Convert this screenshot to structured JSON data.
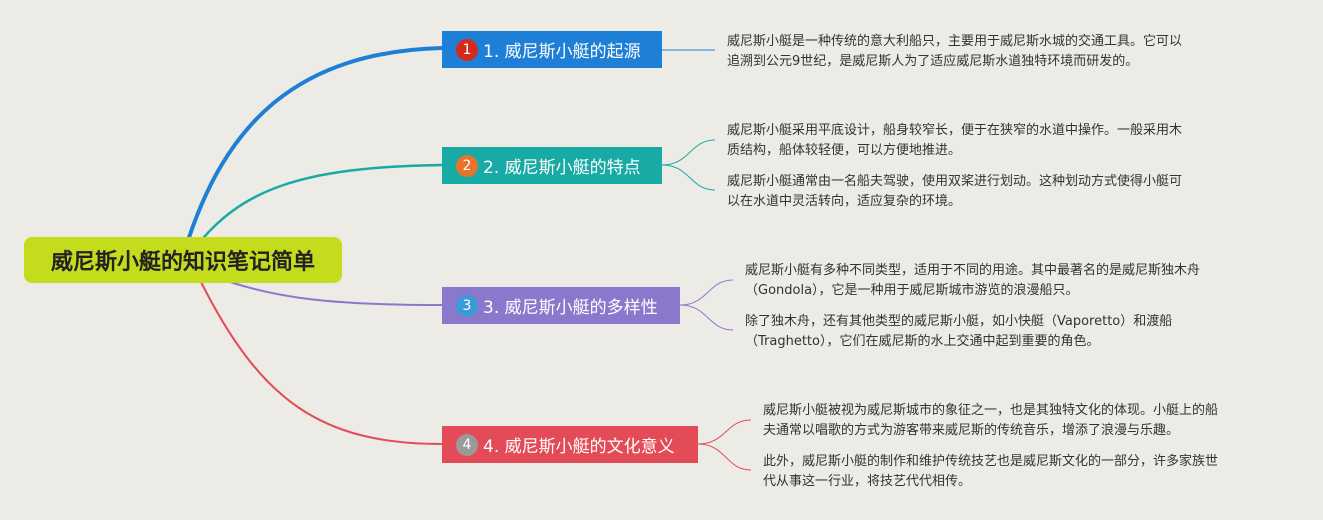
{
  "root": {
    "title": "威尼斯小艇的知识笔记简单"
  },
  "branches": [
    {
      "number": "1",
      "label": "1. 威尼斯小艇的起源",
      "color": "#1e7fd6",
      "marker_color": "#d42a1c",
      "notes": [
        {
          "line1": "威尼斯小艇是一种传统的意大利船只，主要用于威尼斯水城的交通工具。它可以",
          "line2": "追溯到公元9世纪，是威尼斯人为了适应威尼斯水道独特环境而研发的。"
        }
      ]
    },
    {
      "number": "2",
      "label": "2. 威尼斯小艇的特点",
      "color": "#18aaa4",
      "marker_color": "#e8742a",
      "notes": [
        {
          "line1": "威尼斯小艇采用平底设计，船身较窄长，便于在狭窄的水道中操作。一般采用木",
          "line2": "质结构，船体较轻便，可以方便地推进。"
        },
        {
          "line1": "威尼斯小艇通常由一名船夫驾驶，使用双桨进行划动。这种划动方式使得小艇可",
          "line2": "以在水道中灵活转向，适应复杂的环境。"
        }
      ]
    },
    {
      "number": "3",
      "label": "3. 威尼斯小艇的多样性",
      "color": "#8a78cc",
      "marker_color": "#3a9bd8",
      "notes": [
        {
          "line1": "威尼斯小艇有多种不同类型，适用于不同的用途。其中最著名的是威尼斯独木舟",
          "line2": "（Gondola），它是一种用于威尼斯城市游览的浪漫船只。"
        },
        {
          "line1": "除了独木舟，还有其他类型的威尼斯小艇，如小快艇（Vaporetto）和渡船",
          "line2": "（Traghetto），它们在威尼斯的水上交通中起到重要的角色。"
        }
      ]
    },
    {
      "number": "4",
      "label": "4. 威尼斯小艇的文化意义",
      "color": "#e34b57",
      "marker_color": "#9a9a9a",
      "notes": [
        {
          "line1": "威尼斯小艇被视为威尼斯城市的象征之一，也是其独特文化的体现。小艇上的船",
          "line2": "夫通常以唱歌的方式为游客带来威尼斯的传统音乐，增添了浪漫与乐趣。"
        },
        {
          "line1": "此外，威尼斯小艇的制作和维护传统技艺也是威尼斯文化的一部分，许多家族世",
          "line2": "代从事这一行业，将技艺代代相传。"
        }
      ]
    }
  ]
}
